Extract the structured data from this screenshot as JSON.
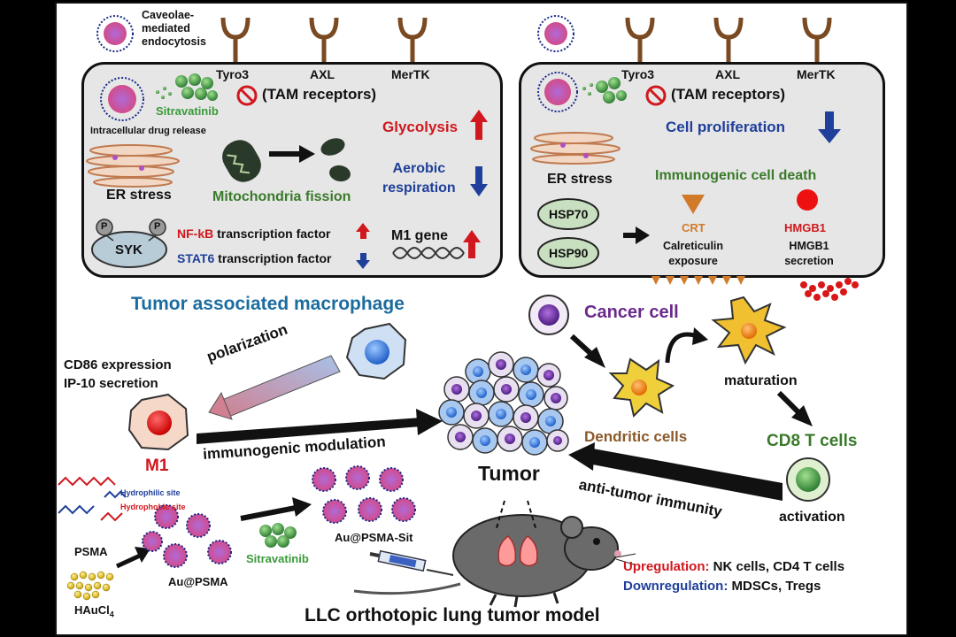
{
  "colors": {
    "red": "#d0181e",
    "blue": "#1f3f9a",
    "green": "#3a7a2a",
    "teal": "#1c6d9f",
    "purple": "#6a2a8a",
    "brown": "#8a5a2a",
    "orange": "#e07a1a",
    "panel": "#e6e6e6"
  },
  "macrophage_panel": {
    "caveolae": "Caveolae-\nmediated\nendocytosis",
    "receptors": [
      "Tyro3",
      "AXL",
      "MerTK"
    ],
    "tam": "(TAM receptors)",
    "drug": "Sitravatinib",
    "release": "Intracellular drug release",
    "er_stress": "ER stress",
    "mito": "Mitochondria fission",
    "glycolysis": "Glycolysis",
    "aerobic": "Aerobic\nrespiration",
    "syk": "SYK",
    "p": "P",
    "nfkb_name": "NF-kB",
    "nfkb_rest": " transcription factor",
    "stat6_name": "STAT6",
    "stat6_rest": " transcription factor",
    "m1gene": "M1 gene",
    "caption": "Tumor associated macrophage"
  },
  "cancer_panel": {
    "receptors": [
      "Tyro3",
      "AXL",
      "MerTK"
    ],
    "tam": "(TAM receptors)",
    "proliferation": "Cell proliferation",
    "er_stress": "ER stress",
    "icd": "Immunogenic cell death",
    "hsp70": "HSP70",
    "hsp90": "HSP90",
    "crt": "CRT",
    "crt_desc": "Calreticulin\nexposure",
    "hmgb1": "HMGB1",
    "hmgb1_desc": "HMGB1\nsecretion"
  },
  "main": {
    "cancer_cell": "Cancer cell",
    "cd86": "CD86 expression\nIP-10 secretion",
    "polarization": "polarization",
    "m1": "M1",
    "modulation": "immunogenic modulation",
    "tumor": "Tumor",
    "dendritic": "Dendritic cells",
    "maturation": "maturation",
    "cd8": "CD8 T cells",
    "activation": "activation",
    "antitumor": "anti-tumor immunity",
    "hydrophilic": "Hydrophilic site",
    "hydrophobic": "Hydrophobic site",
    "psma": "PSMA",
    "haucl": "HAuCl",
    "haucl_sub": "4",
    "au_psma": "Au@PSMA",
    "sitravatinib": "Sitravatinib",
    "au_psma_sit": "Au@PSMA-Sit",
    "up_label": "Upregulation:",
    "up_text": " NK cells, CD4 T cells",
    "down_label": "Downregulation:",
    "down_text": " MDSCs, Tregs",
    "model": "LLC orthotopic lung tumor model"
  }
}
